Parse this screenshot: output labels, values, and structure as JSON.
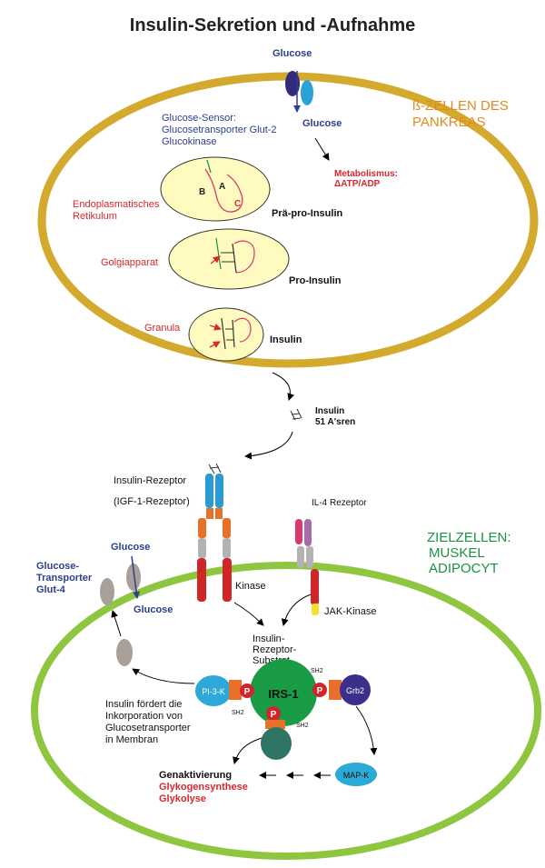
{
  "title": "Insulin-Sekretion und -Aufnahme",
  "beta_cell": {
    "label_line1": "ß-ZELLEN DES",
    "label_line2": "PANKREAS",
    "glucose_outside": "Glucose",
    "glucose_inside": "Glucose",
    "sensor_line1": "Glucose-Sensor:",
    "sensor_line2": "Glucosetransporter Glut-2",
    "sensor_line3": "Glucokinase",
    "metabolism_line1": "Metabolismus:",
    "metabolism_line2": "ΔATP/ADP",
    "er_line1": "Endoplasmatisches",
    "er_line2": "Retikulum",
    "chain_b": "B",
    "chain_a": "A",
    "chain_c": "C",
    "pre_pro_insulin": "Prä-pro-Insulin",
    "golgi": "Golgiapparat",
    "pro_insulin": "Pro-Insulin",
    "granula": "Granula",
    "insulin": "Insulin"
  },
  "secreted": {
    "line1": "Insulin",
    "line2": "51 A'sren"
  },
  "receptors": {
    "insulin_receptor": "Insulin-Rezeptor",
    "igf_receptor": "(IGF-1-Rezeptor)",
    "il4_receptor": "IL-4 Rezeptor",
    "kinase": "Kinase",
    "jak_kinase": "JAK-Kinase"
  },
  "target_cell": {
    "label_line1": "ZIELZELLEN:",
    "label_line2": "MUSKEL",
    "label_line3": "ADIPOCYT",
    "glucose_outside": "Glucose",
    "glucose_inside": "Glucose",
    "glut4_line1": "Glucose-",
    "glut4_line2": "Transporter",
    "glut4_line3": "Glut-4",
    "substrate_line1": "Insulin-",
    "substrate_line2": "Rezeptor-",
    "substrate_line3": "Substrat",
    "irs1": "IRS-1",
    "pi3k": "PI-3-K",
    "grb2": "Grb2",
    "phospho": "P",
    "sh2": "SH2",
    "map_k": "MAP-K",
    "incorporation_line1": "Insulin fördert die",
    "incorporation_line2": "Inkorporation von",
    "incorporation_line3": "Glucosetransporter",
    "incorporation_line4": "in Membran",
    "gene_activation": "Genaktivierung",
    "glycogen_synthesis": "Glykogensynthese",
    "glycolysis": "Glykolyse"
  },
  "colors": {
    "beta_membrane": "#d4aa2e",
    "target_membrane": "#8ec63f",
    "organelle_fill": "#fffbc0",
    "label_orange": "#e08a1e",
    "label_green": "#1b9146",
    "label_red": "#d8282f",
    "label_blue": "#2b3f8f",
    "irs1_green": "#1a9b46",
    "phospho_red": "#d4242a",
    "receptor_blue": "#2a9bd2",
    "receptor_orange": "#e8702a",
    "receptor_red": "#d02628",
    "receptor_grey": "#b3b3b3",
    "il4_pink": "#d8386e",
    "il4_purple": "#a86aa8",
    "jak_yellow": "#f2e12a",
    "pi3k_cyan": "#2ea8d8",
    "grb2_indigo": "#3a2f8a",
    "mapk_cyan": "#2aaad6",
    "transporter_grey": "#a8a098",
    "teal_protein": "#2f7566"
  },
  "icons": [
    "glucose-transporter-icon",
    "insulin-molecule-icon",
    "phosphate-icon"
  ]
}
